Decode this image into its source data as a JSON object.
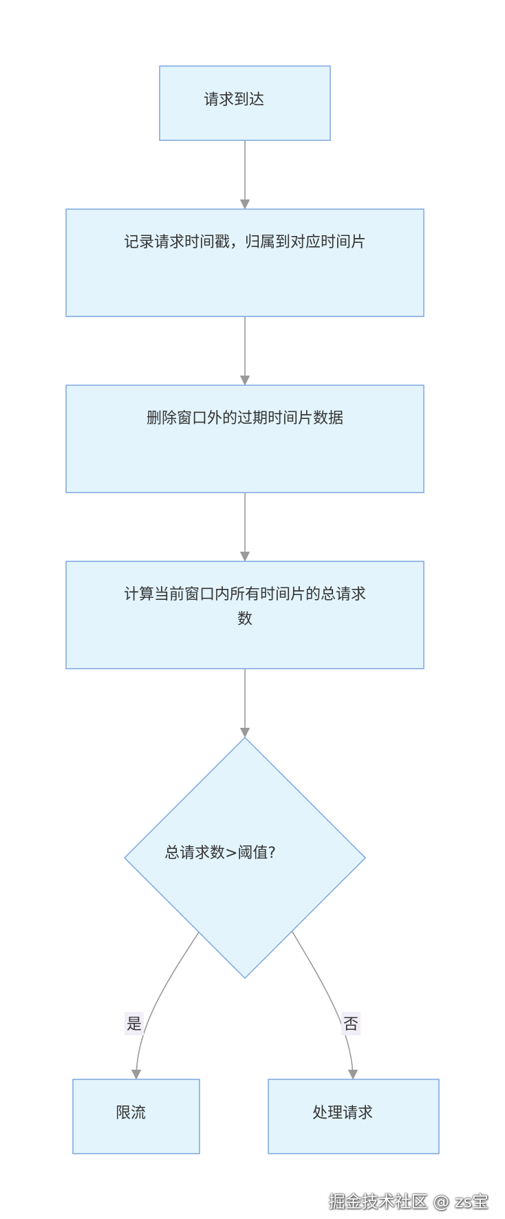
{
  "nodes": {
    "request_arrives": "请求到达",
    "record_timestamp": "记录请求时间戳，归属到对应时间片",
    "delete_expired_line1": "删除窗口外的过期时间片数据",
    "compute_total_line1": "计算当前窗口内所有时间片的总请求",
    "compute_total_line2": "数",
    "decision": "总请求数>阈值?",
    "rate_limit": "限流",
    "handle_request": "处理请求"
  },
  "edges": {
    "yes_label": "是",
    "no_label": "否"
  },
  "watermark": "掘金技术社区 @ zs宝",
  "colors": {
    "node_fill": "#e3f4fd",
    "node_stroke": "#7aa6e0",
    "edge": "#9a9a9a",
    "edge_label_bg": "#f1eef8",
    "text": "#333333"
  }
}
